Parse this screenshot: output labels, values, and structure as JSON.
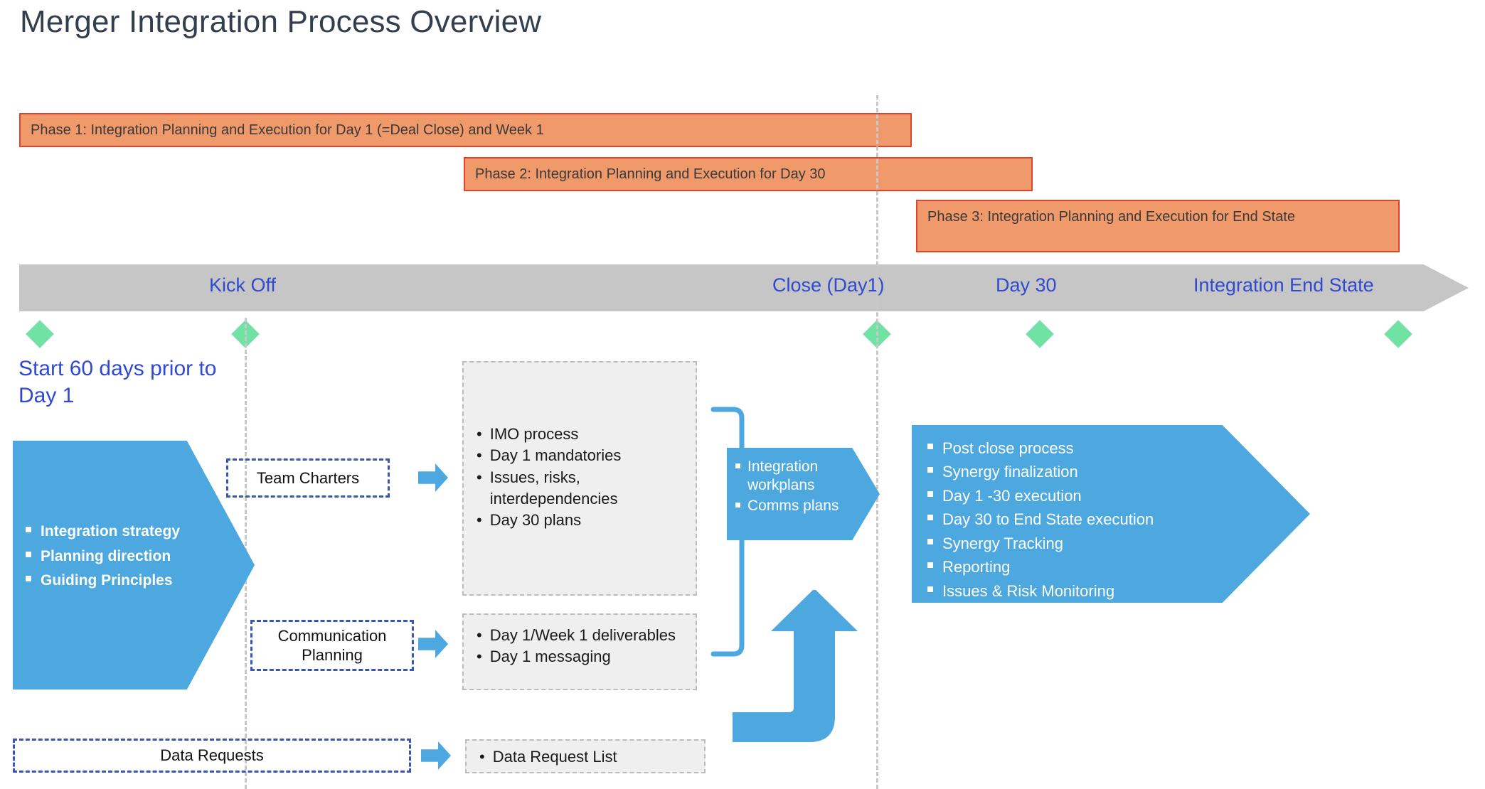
{
  "title": "Merger Integration Process Overview",
  "colors": {
    "phase_fill": "#F0996B",
    "phase_border": "#E0452C",
    "timeline_gray": "#C6C6C6",
    "accent_blue": "#4EA8E0",
    "label_blue": "#2F4AD0",
    "milestone_green": "#6EE3A4",
    "title_text": "#333F4F",
    "gray_box_fill": "#EFEFEF"
  },
  "phases": [
    {
      "id": "phase-1",
      "label": "Phase 1: Integration Planning and Execution for Day 1 (=Deal Close) and Week 1"
    },
    {
      "id": "phase-2",
      "label": "Phase 2: Integration Planning and Execution for Day 30"
    },
    {
      "id": "phase-3",
      "label": "Phase 3: Integration Planning and Execution for End State"
    }
  ],
  "timeline": {
    "milestones": [
      {
        "label": "Kick Off"
      },
      {
        "label": "Close (Day1)"
      },
      {
        "label": "Day 30"
      },
      {
        "label": "Integration End State"
      }
    ]
  },
  "start_note": "Start 60 days prior to Day 1",
  "left_pentagon": {
    "items": [
      "Integration strategy",
      "Planning direction",
      "Guiding Principles"
    ]
  },
  "dashed_boxes": {
    "team_charters": "Team Charters",
    "communication_planning": "Communication Planning",
    "data_requests": "Data  Requests"
  },
  "gray_boxes": {
    "top": [
      "IMO process",
      "Day 1 mandatories",
      "Issues, risks, interdependencies",
      "Day 30 plans"
    ],
    "middle": [
      "Day 1/Week 1 deliverables",
      "Day 1 messaging"
    ],
    "bottom": [
      "Data Request List"
    ]
  },
  "mid_pentagon": {
    "items": [
      "Integration workplans",
      "Comms plans"
    ]
  },
  "right_pentagon": {
    "items": [
      "Post close process",
      "Synergy finalization",
      "Day 1 -30 execution",
      "Day 30 to End State execution",
      "Synergy Tracking",
      "Reporting",
      "Issues & Risk Monitoring"
    ]
  }
}
